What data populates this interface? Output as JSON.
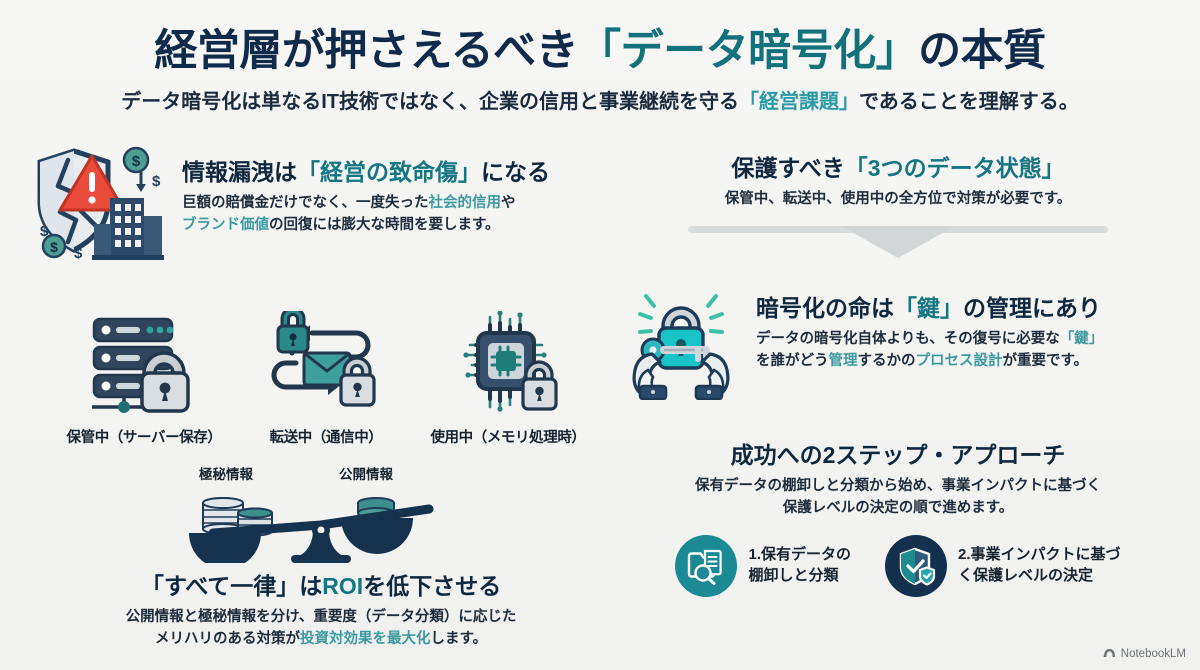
{
  "header": {
    "title_parts": [
      {
        "text": "経営層が押さえるべき",
        "accent": false
      },
      {
        "text": "「データ暗号化」",
        "accent": true
      },
      {
        "text": "の本質",
        "accent": false
      }
    ],
    "title_plain": "経営層が押さえるべき「データ暗号化」の本質",
    "subtitle_parts": [
      {
        "text": "データ暗号化は単なるIT技術ではなく、企業の信用と事業継続を守る",
        "accent": false
      },
      {
        "text": "「経営課題」",
        "accent": true
      },
      {
        "text": "であることを理解する。",
        "accent": false
      }
    ],
    "subtitle_plain": "データ暗号化は単なるIT技術ではなく、企業の信用と事業継続を守る「経営課題」であることを理解する。"
  },
  "left": {
    "leak": {
      "icon": "cracked-shield-warning-building-money-icon",
      "heading_parts": [
        {
          "text": "情報漏洩は",
          "accent": false
        },
        {
          "text": "「経営の致命傷」",
          "accent": true
        },
        {
          "text": "になる",
          "accent": false
        }
      ],
      "heading_plain": "情報漏洩は「経営の致命傷」になる",
      "body_line1_a": "巨額の賠償金だけでなく、一度失った",
      "body_line1_b": "社会的信用",
      "body_line1_c": "や",
      "body_line2_a": "ブランド価値",
      "body_line2_b": "の回復には膨大な時間を要します。"
    },
    "states": [
      {
        "icon": "server-lock-icon",
        "caption": "保管中（サーバー保存）"
      },
      {
        "icon": "mail-transfer-lock-icon",
        "caption": "転送中（通信中）"
      },
      {
        "icon": "chip-lock-icon",
        "caption": "使用中（メモリ処理時）"
      }
    ],
    "balance": {
      "icon": "balance-scale-icon",
      "left_label": "極秘情報",
      "right_label": "公開情報"
    },
    "roi": {
      "heading_parts": [
        {
          "text": "「すべて一律」は",
          "accent": false
        },
        {
          "text": "ROI",
          "accent": true
        },
        {
          "text": "を低下させる",
          "accent": false
        }
      ],
      "heading_plain": "「すべて一律」はROIを低下させる",
      "body_line1": "公開情報と極秘情報を分け、重要度（データ分類）に応じた",
      "body_line2_a": "メリハリのある対策が",
      "body_line2_b": "投資対効果を最大化",
      "body_line2_c": "します。"
    }
  },
  "right": {
    "three_states": {
      "heading_parts": [
        {
          "text": "保護すべき",
          "accent": false
        },
        {
          "text": "「3つのデータ状態」",
          "accent": true
        }
      ],
      "heading_plain": "保護すべき「3つのデータ状態」",
      "body": "保管中、転送中、使用中の全方位で対策が必要です。"
    },
    "connector": {
      "icon": "down-arrow-connector-icon"
    },
    "key": {
      "icon": "hands-holding-lock-key-icon",
      "heading_parts": [
        {
          "text": "暗号化の命は",
          "accent": false
        },
        {
          "text": "「鍵」",
          "accent": true
        },
        {
          "text": "の管理にあり",
          "accent": false
        }
      ],
      "heading_plain": "暗号化の命は「鍵」の管理にあり",
      "body_line1_a": "データの暗号化自体よりも、その復号に必要な",
      "body_line1_b": "「鍵」",
      "body_line2_a": "を誰がどう",
      "body_line2_b": "管理",
      "body_line2_c": "するかの",
      "body_line2_d": "プロセス設計",
      "body_line2_e": "が重要です。"
    },
    "steps": {
      "heading": "成功への2ステップ・アプローチ",
      "body_line1": "保有データの棚卸しと分類から始め、事業インパクトに基づく",
      "body_line2": "保護レベルの決定の順で進めます。",
      "items": [
        {
          "icon": "folder-search-icon",
          "circle_color": "#1b8a94",
          "label": "1.保有データの\n棚卸しと分類"
        },
        {
          "icon": "shield-check-icon",
          "circle_color": "#14304f",
          "label": "2.事業インパクトに基づ\nく保護レベルの決定"
        }
      ]
    }
  },
  "watermark": {
    "icon": "notebooklm-logo-icon",
    "label": "NotebookLM"
  },
  "colors": {
    "background": "#f4f4f2",
    "title_navy": "#0f2a4a",
    "title_teal": "#13717c",
    "body_dark": "#1d2b3a",
    "accent_teal": "#3b9aa0",
    "circle_teal": "#1b8a94",
    "circle_navy": "#14304f",
    "connector_gray": "#d9dcdd"
  }
}
